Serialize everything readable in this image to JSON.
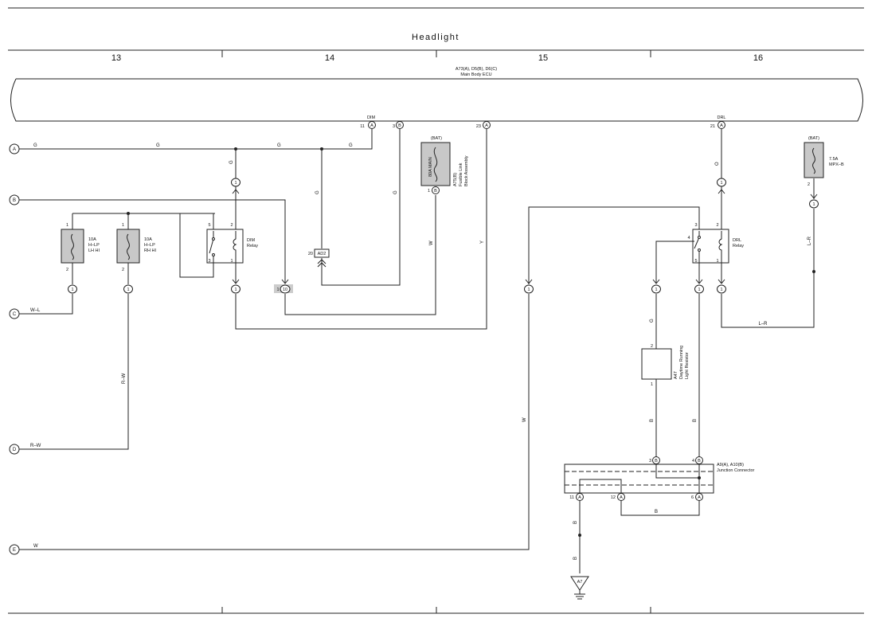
{
  "title": "Headlight",
  "columns": [
    "13",
    "14",
    "15",
    "16"
  ],
  "ecu": {
    "codes": "A73(A), D5(B), D6(C)",
    "name": "Main Body ECU",
    "pins": [
      {
        "num": "11",
        "conn": "A",
        "label": "DIM"
      },
      {
        "num": "3",
        "conn": "B",
        "label": ""
      },
      {
        "num": "23",
        "conn": "A",
        "label": ""
      },
      {
        "num": "21",
        "conn": "A",
        "label": "DRL"
      }
    ]
  },
  "connectors": [
    "A",
    "B",
    "C",
    "D",
    "E"
  ],
  "wire_colors": {
    "a_line": [
      "G",
      "G",
      "G",
      "G"
    ],
    "dim_vertical": "G",
    "mid_g1": "G",
    "mid_g2": "G",
    "fusible_out": "W",
    "y_wire": "Y",
    "drl_top": "O",
    "c_out": "W–L",
    "d_vert": "R–W",
    "d_out": "R–W",
    "e_vert": "W",
    "e_out": "W",
    "mpx_vert": "L–R",
    "lr_bottom": "L–R",
    "sensor_top": "G",
    "sensor_bottom": "B",
    "right_b": "B",
    "jc_bottom": "B",
    "ground_b1": "B",
    "ground_b2": "B"
  },
  "fuse_lh": {
    "amp": "10A",
    "name": "H–LP",
    "side": "LH HI",
    "pin_top": "1",
    "pin_bottom": "2",
    "splice": "1"
  },
  "fuse_rh": {
    "amp": "10A",
    "name": "H–LP",
    "side": "RH HI",
    "pin_top": "1",
    "pin_bottom": "2",
    "splice": "1"
  },
  "dim_relay": {
    "name": "DIM",
    "sub": "Relay",
    "pins": [
      "5",
      "2",
      "3",
      "1"
    ],
    "splice_top": "1",
    "splice_bottom": "1"
  },
  "splice_10": {
    "pin": "1",
    "num": "10"
  },
  "fusible": {
    "bat": "(BAT)",
    "rating": "80A MAIN",
    "code": "A75(B)",
    "name1": "Fusible Link",
    "name2": "Block Assembly",
    "pin": "1",
    "conn": "B"
  },
  "ad2": {
    "pin": "20",
    "code": "AD2"
  },
  "e_splice": "1",
  "drl_relay": {
    "name": "DRL",
    "sub": "Relay",
    "pins": [
      "3",
      "2",
      "4",
      "5",
      "1"
    ],
    "splice_top": "1",
    "splices_bottom": [
      "1",
      "1",
      "1"
    ]
  },
  "mpx": {
    "bat": "(BAT)",
    "amp": "7.5A",
    "name": "MPX–B",
    "pin": "2",
    "splice": "1"
  },
  "sensor": {
    "code": "A47",
    "name1": "Daytime Running",
    "name2": "Light Resistor",
    "pin_top": "2",
    "pin_bottom": "1"
  },
  "junction": {
    "codes": "A9(A), A10(B)",
    "name": "Junction Connector",
    "top_pins": [
      {
        "num": "3",
        "conn": "B"
      },
      {
        "num": "4",
        "conn": "B"
      }
    ],
    "bottom_pins": [
      {
        "num": "11",
        "conn": "A"
      },
      {
        "num": "12",
        "conn": "A"
      },
      {
        "num": "6",
        "conn": "A"
      }
    ]
  },
  "ground": {
    "code": "A7"
  }
}
